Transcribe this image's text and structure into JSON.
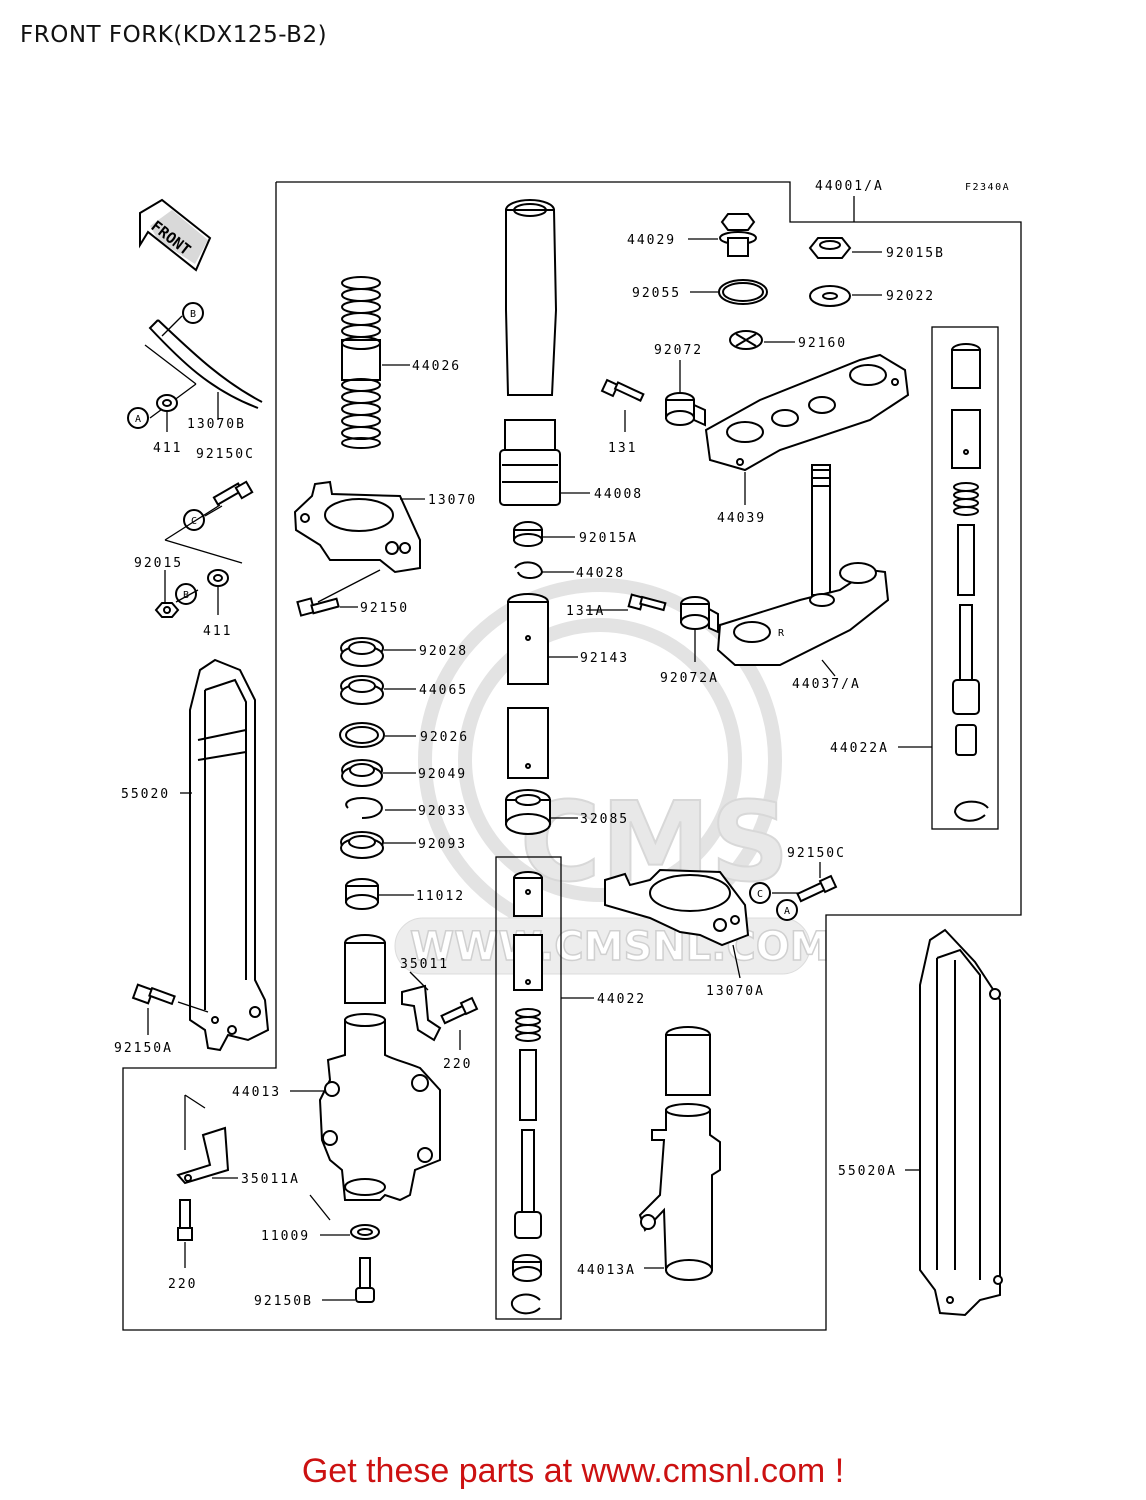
{
  "title": "FRONT FORK(KDX125-B2)",
  "figure_code": "F2340A",
  "front_label": "FRONT",
  "footer": "Get these parts at www.cmsnl.com !",
  "watermark": {
    "brand": "CMS",
    "url": "WWW.CMSNL.COM"
  },
  "callouts": {
    "p44001A": "44001/A",
    "p44029": "44029",
    "p92015B": "92015B",
    "p92055": "92055",
    "p92022": "92022",
    "p92072": "92072",
    "p92160": "92160",
    "p44026": "44026",
    "p13070B": "13070B",
    "p411a": "411",
    "p92150C": "92150C",
    "p131": "131",
    "p44039": "44039",
    "p13070": "13070",
    "p44008": "44008",
    "p92015A": "92015A",
    "p44028": "44028",
    "p92015": "92015",
    "p411b": "411",
    "p92150": "92150",
    "p131A": "131A",
    "p92143": "92143",
    "p92028": "92028",
    "p44065": "44065",
    "p92072A": "92072A",
    "p44037A": "44037/A",
    "p44022A": "44022A",
    "p92026": "92026",
    "p92049": "92049",
    "p55020": "55020",
    "p92033": "92033",
    "p32085": "32085",
    "p92093": "92093",
    "p92150Cb": "92150C",
    "p11012": "11012",
    "p35011": "35011",
    "p44022": "44022",
    "p13070A": "13070A",
    "p92150A": "92150A",
    "p220a": "220",
    "p44013": "44013",
    "p35011A": "35011A",
    "p55020A": "55020A",
    "p11009": "11009",
    "p220b": "220",
    "p44013A": "44013A",
    "p92150B": "92150B"
  },
  "ref_letters": {
    "A": "A",
    "B": "B",
    "C": "C"
  }
}
